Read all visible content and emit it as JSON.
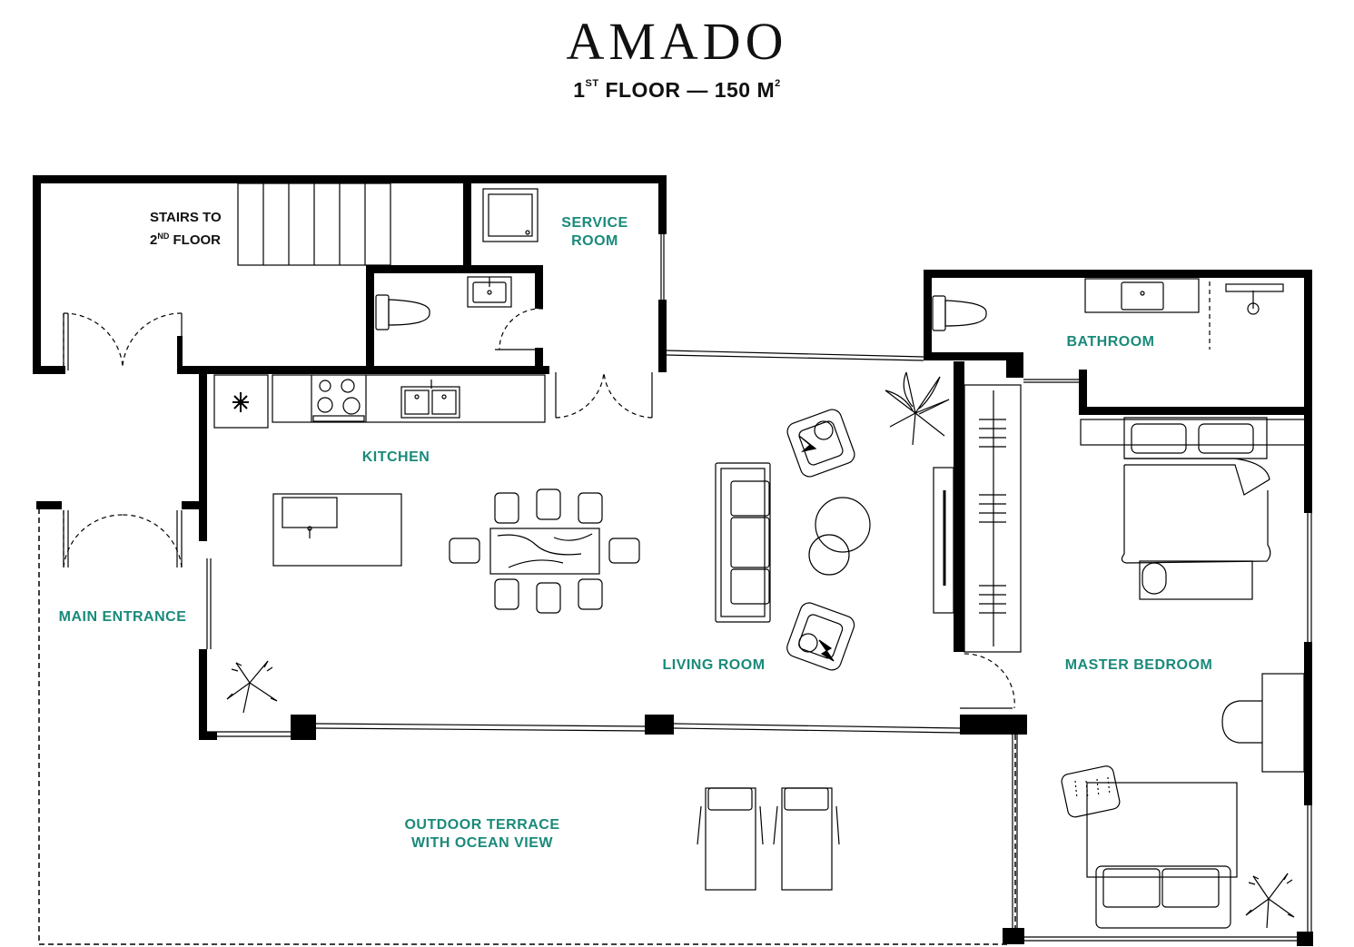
{
  "header": {
    "brand": "AMADO",
    "floor_word_pre": "1",
    "floor_sup": "ST",
    "floor_word_post": " FLOOR — 150 M",
    "area_sup": "2"
  },
  "rooms": {
    "stairs_line1": "STAIRS TO",
    "stairs_line2_pre": "2",
    "stairs_line2_sup": "ND",
    "stairs_line2_post": " FLOOR",
    "service_line1": "SERVICE",
    "service_line2": "ROOM",
    "kitchen": "KITCHEN",
    "main_entrance": "MAIN ENTRANCE",
    "bathroom": "BATHROOM",
    "living_room": "LIVING ROOM",
    "master_bedroom": "MASTER BEDROOM",
    "terrace_line1": "OUTDOOR TERRACE",
    "terrace_line2": "WITH OCEAN VIEW"
  },
  "colors": {
    "label_accent": "#1a8a7a",
    "wall": "#000000"
  }
}
